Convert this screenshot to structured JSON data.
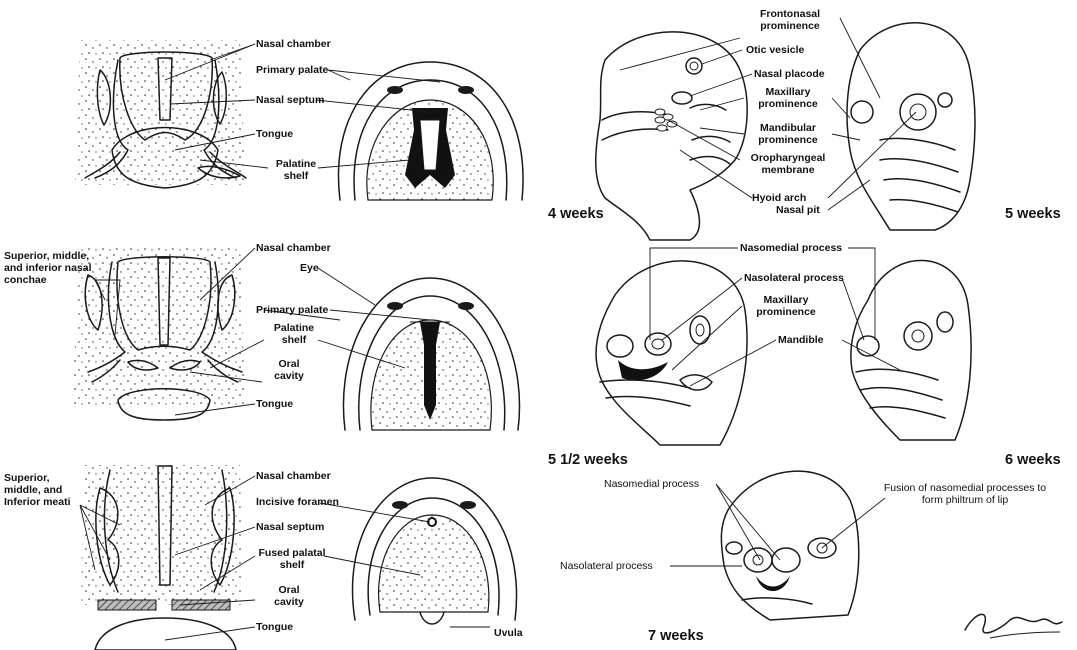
{
  "panels": {
    "top_left": {
      "labels": {
        "nasal_chamber": "Nasal chamber",
        "primary_palate": "Primary palate",
        "nasal_septum": "Nasal septum",
        "tongue": "Tongue",
        "palatine_shelf": "Palatine shelf"
      }
    },
    "mid_left": {
      "labels": {
        "conchae": "Superior, middle, and inferior nasal conchae",
        "nasal_chamber": "Nasal chamber",
        "eye": "Eye",
        "primary_palate": "Primary palate",
        "palatine_shelf": "Palatine shelf",
        "oral_cavity": "Oral cavity",
        "tongue": "Tongue"
      }
    },
    "bottom_left": {
      "labels": {
        "meati": "Superior, middle, and Inferior meati",
        "nasal_chamber": "Nasal chamber",
        "incisive_foramen": "Incisive foramen",
        "nasal_septum": "Nasal septum",
        "fused_palatal_shelf": "Fused palatal shelf",
        "oral_cavity": "Oral cavity",
        "tongue": "Tongue",
        "uvula": "Uvula"
      }
    },
    "top_right": {
      "labels": {
        "frontonasal": "Frontonasal prominence",
        "otic_vesicle": "Otic vesicle",
        "nasal_placode": "Nasal placode",
        "maxillary": "Maxillary prominence",
        "mandibular": "Mandibular prominence",
        "oropharyngeal": "Oropharyngeal membrane",
        "hyoid_arch": "Hyoid arch",
        "nasal_pit": "Nasal pit"
      },
      "age_left": "4 weeks",
      "age_right": "5 weeks"
    },
    "mid_right": {
      "labels": {
        "nasomedial": "Nasomedial process",
        "nasolateral": "Nasolateral process",
        "maxillary": "Maxillary prominence",
        "mandible": "Mandible"
      },
      "age_left": "5 1/2 weeks",
      "age_right": "6 weeks"
    },
    "bottom_right": {
      "labels": {
        "nasomedial": "Nasomedial process",
        "nasolateral": "Nasolateral process",
        "fusion": "Fusion of nasomedial processes to form philtrum of lip"
      },
      "age": "7 weeks"
    }
  },
  "signature": "G. Loy Ans"
}
